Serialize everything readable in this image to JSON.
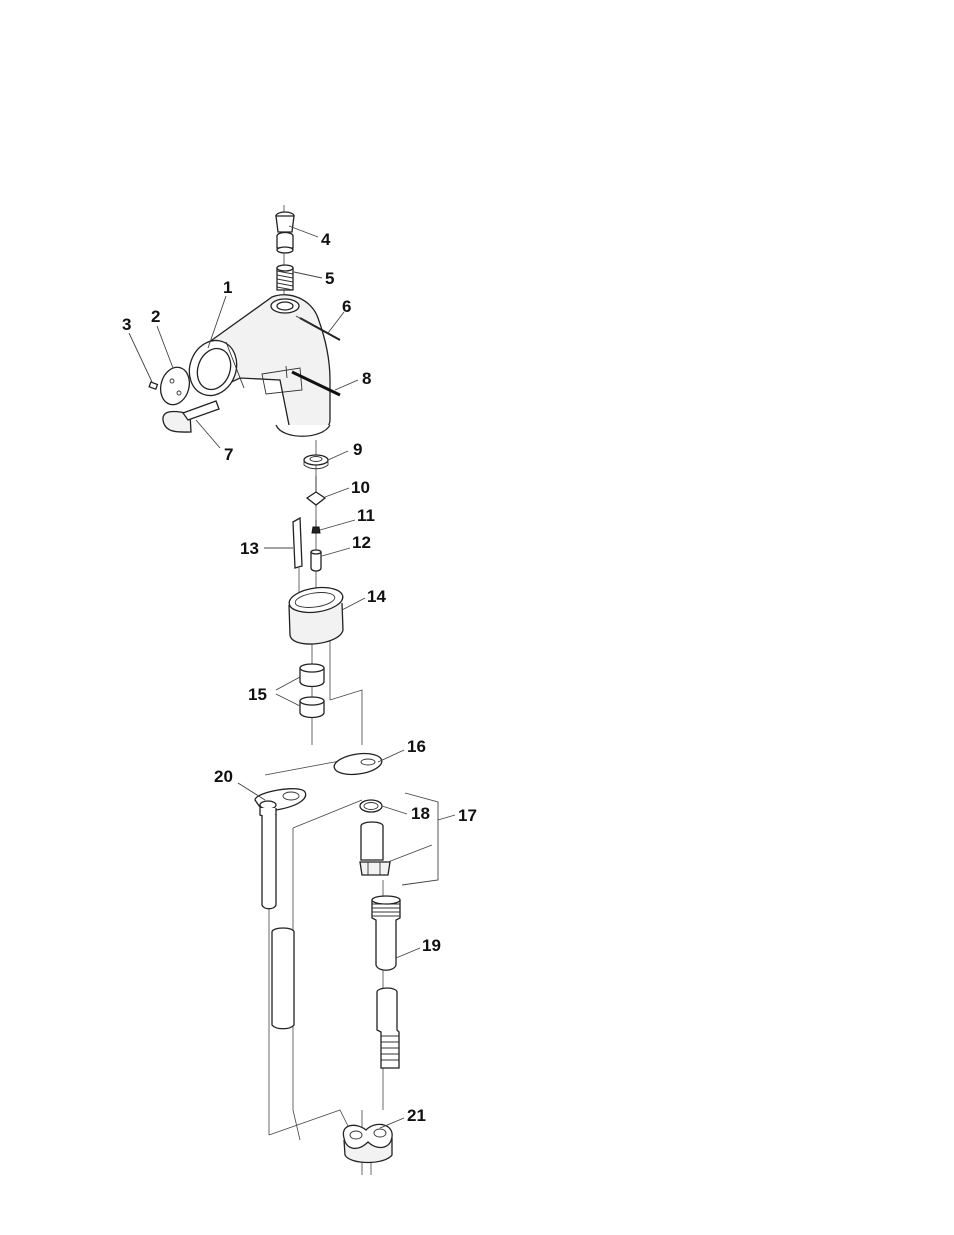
{
  "callouts": [
    {
      "id": "1",
      "label": "1"
    },
    {
      "id": "2",
      "label": "2"
    },
    {
      "id": "3",
      "label": "3"
    },
    {
      "id": "4",
      "label": "4"
    },
    {
      "id": "5",
      "label": "5"
    },
    {
      "id": "6",
      "label": "6"
    },
    {
      "id": "7",
      "label": "7"
    },
    {
      "id": "8",
      "label": "8"
    },
    {
      "id": "9",
      "label": "9"
    },
    {
      "id": "10",
      "label": "10"
    },
    {
      "id": "11",
      "label": "11"
    },
    {
      "id": "12",
      "label": "12"
    },
    {
      "id": "13",
      "label": "13"
    },
    {
      "id": "14",
      "label": "14"
    },
    {
      "id": "15",
      "label": "15"
    },
    {
      "id": "16",
      "label": "16"
    },
    {
      "id": "17",
      "label": "17"
    },
    {
      "id": "18",
      "label": "18"
    },
    {
      "id": "19",
      "label": "19"
    },
    {
      "id": "20",
      "label": "20"
    },
    {
      "id": "21",
      "label": "21"
    }
  ],
  "colors": {
    "line": "#222222",
    "background": "#ffffff"
  }
}
